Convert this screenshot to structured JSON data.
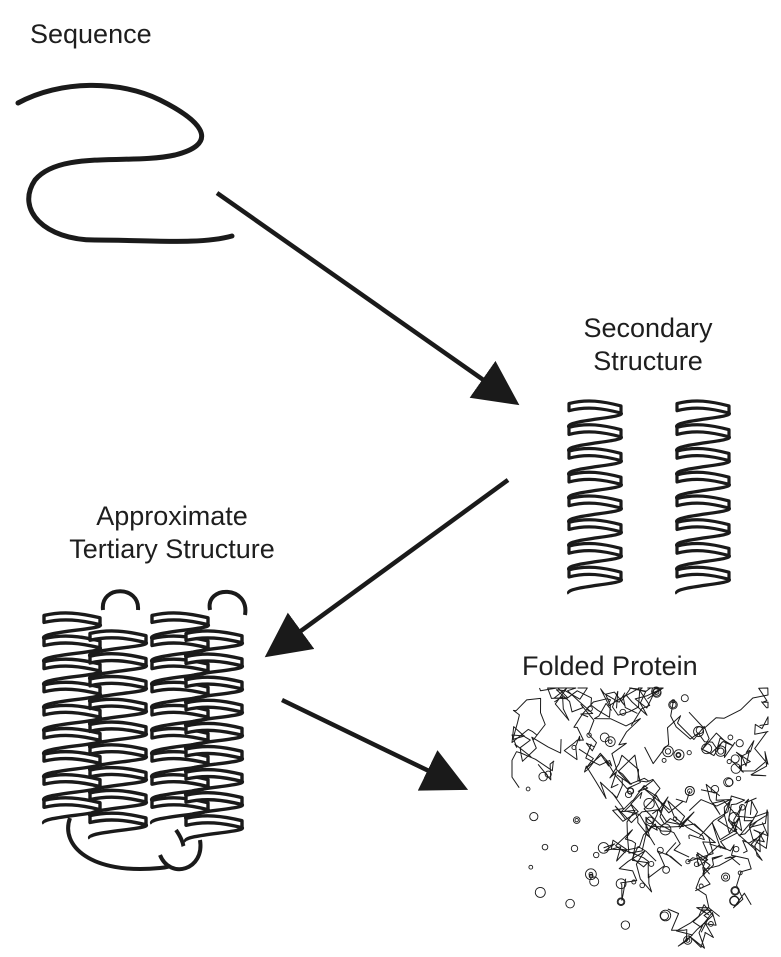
{
  "diagram": {
    "stages": {
      "sequence": {
        "label": "Sequence"
      },
      "secondary": {
        "line1": "Secondary",
        "line2": "Structure"
      },
      "tertiary": {
        "line1": "Approximate",
        "line2": "Tertiary Structure"
      },
      "folded": {
        "label": "Folded Protein"
      }
    },
    "arrows": [
      {
        "from": "sequence",
        "to": "secondary"
      },
      {
        "from": "secondary",
        "to": "tertiary"
      },
      {
        "from": "tertiary",
        "to": "folded"
      }
    ],
    "colors": {
      "ink": "#1a1a1a",
      "paper": "#ffffff"
    }
  }
}
